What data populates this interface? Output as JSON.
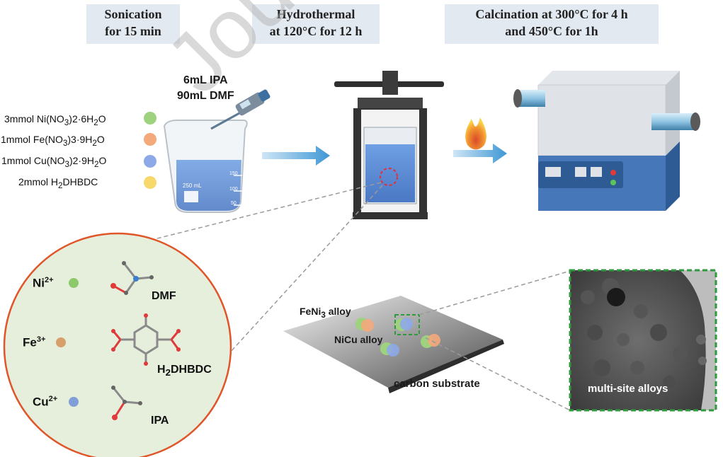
{
  "steps": [
    {
      "line1": "Sonication",
      "line2": "for 15 min"
    },
    {
      "line1": "Hydrothermal",
      "line2": "at 120°C for 12 h"
    },
    {
      "line1": "Calcination at 300°C for 4 h",
      "line2": "and 450°C for 1h"
    }
  ],
  "solvents": {
    "ipa": "6mL IPA",
    "dmf": "90mL DMF"
  },
  "beaker": {
    "volume_label": "250 mL",
    "marks": [
      "150",
      "100",
      "50"
    ]
  },
  "reagents": [
    {
      "amount": "3mmol",
      "formula": "Ni(NO3)2·6H2O",
      "color": "#9fd27f"
    },
    {
      "amount": "1mmol",
      "formula": "Fe(NO3)3·9H2O",
      "color": "#f4a97a"
    },
    {
      "amount": "1mmol",
      "formula": "Cu(NO3)2·9H2O",
      "color": "#8ea9e8"
    },
    {
      "amount": "2mmol",
      "formula": "H2DHBDC",
      "color": "#f7d86a"
    }
  ],
  "ions": [
    {
      "symbol": "Ni",
      "charge": "2+",
      "color": "#8cc96a"
    },
    {
      "symbol": "Fe",
      "charge": "3+",
      "color": "#d7a06a"
    },
    {
      "symbol": "Cu",
      "charge": "2+",
      "color": "#7f9fd6"
    }
  ],
  "molecules": {
    "dmf": "DMF",
    "h2dhbdc": "H2DHBDC",
    "ipa": "IPA"
  },
  "substrate": {
    "feni3_alloy": "FeNi3 alloy",
    "nicu_alloy": "NiCu alloy",
    "substrate_label": "carbon substrate"
  },
  "tem": {
    "caption": "multi-site alloys"
  },
  "watermark": "Journal",
  "colors": {
    "step_bg": "#e3e9f1",
    "circle_fill": "#e6efdb",
    "circle_border": "#e0552a",
    "arrow": "#4a9fd6",
    "liquid": "#5b8fd9",
    "dashed_green": "#2e9a3e"
  }
}
